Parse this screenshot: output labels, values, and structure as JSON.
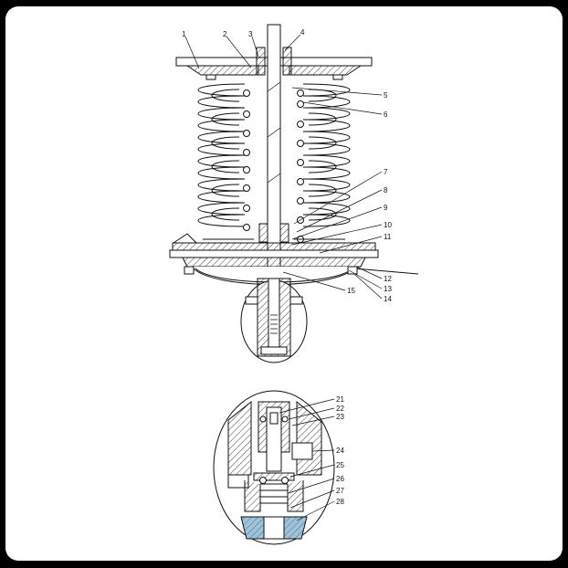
{
  "callouts": {
    "c1": "1",
    "c2": "2",
    "c3": "3",
    "c4": "4",
    "c5": "5",
    "c6": "6",
    "c7": "7",
    "c8": "8",
    "c9": "9",
    "c10": "10",
    "c11": "11",
    "c12": "12",
    "c13": "13",
    "c14": "14",
    "c15": "15",
    "c21": "21",
    "c22": "22",
    "c23": "23",
    "c24": "24",
    "c25": "25",
    "c26": "26",
    "c27": "27",
    "c28": "28"
  },
  "colors": {
    "background": "#000000",
    "paper": "#ffffff",
    "line": "#111111",
    "detail_fill": "#9fc4d9"
  }
}
